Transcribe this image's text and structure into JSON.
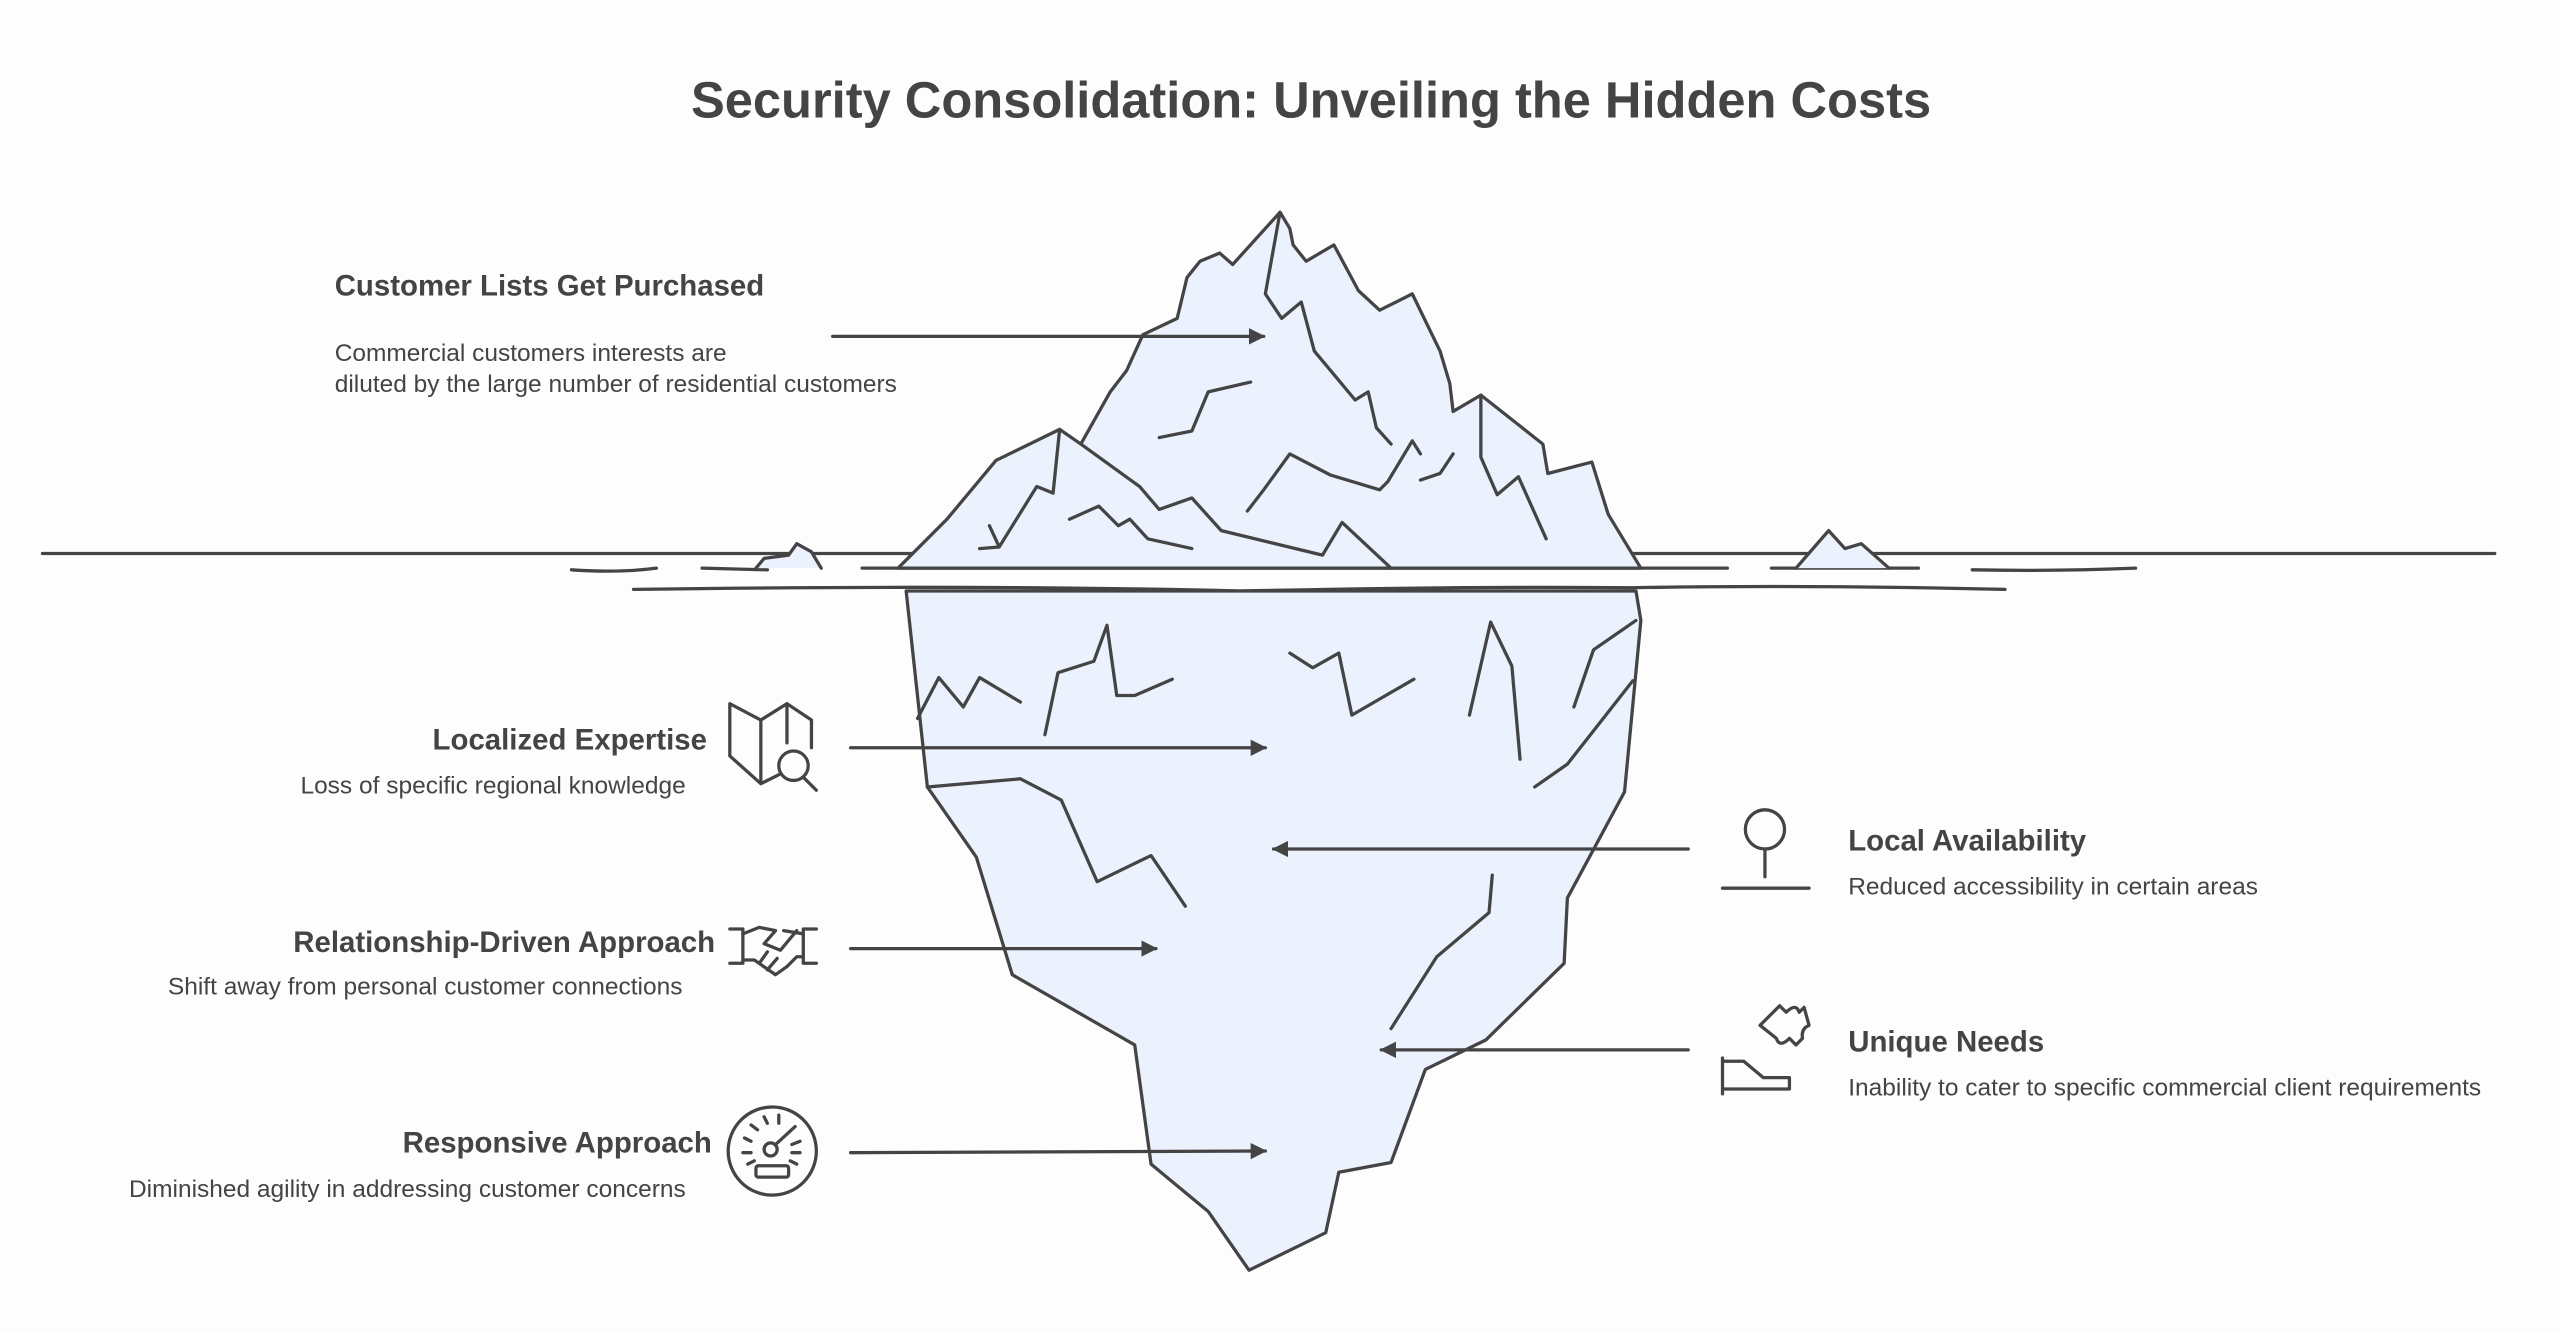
{
  "title": "Security Consolidation: Unveiling the Hidden Costs",
  "colors": {
    "ice": "#ebf2fd",
    "stroke": "#444444"
  },
  "items": [
    {
      "heading": "Customer Lists Get Purchased",
      "description_lines": [
        "Commercial customers interests are",
        "diluted by the large number of residential customers"
      ],
      "icon": "none"
    },
    {
      "heading": "Localized Expertise",
      "description": "Loss of specific regional knowledge",
      "icon": "map-search-icon"
    },
    {
      "heading": "Relationship-Driven Approach",
      "description": "Shift away from personal customer connections",
      "icon": "handshake-icon"
    },
    {
      "heading": "Responsive Approach",
      "description": "Diminished agility in addressing customer concerns",
      "icon": "speedometer-icon"
    },
    {
      "heading": "Local Availability",
      "description": "Reduced accessibility in certain areas",
      "icon": "location-pin-icon"
    },
    {
      "heading": "Unique Needs",
      "description": "Inability to cater to specific commercial client requirements",
      "icon": "puzzle-hand-icon"
    }
  ]
}
